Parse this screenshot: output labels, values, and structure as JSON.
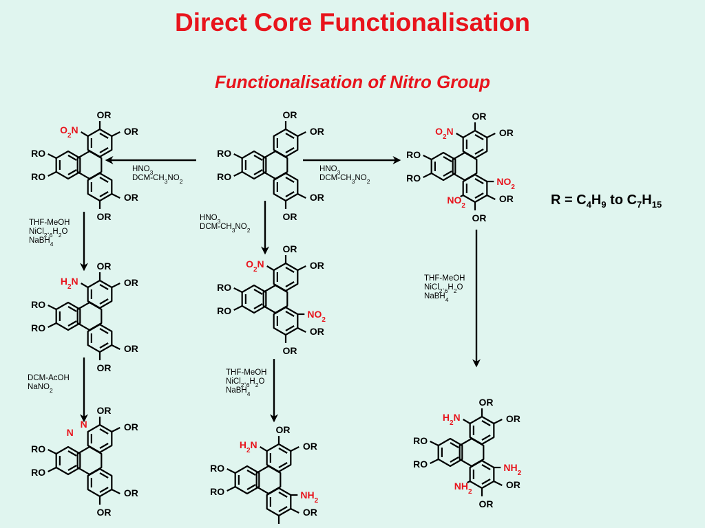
{
  "title": "Direct Core Functionalisation",
  "subtitle": "Functionalisation of Nitro Group",
  "r_definition": {
    "prefix": "R = C",
    "s1": "4",
    "mid1": "H",
    "s2": "9",
    "mid2": " to C",
    "s3": "7",
    "mid3": "H",
    "s4": "15"
  },
  "colors": {
    "title": "#e8141c",
    "background": "#e0f5ef",
    "substituent": "#e8141c"
  },
  "labels": {
    "or": "OR",
    "ro": "RO",
    "o2n": "O2N",
    "no2": "NO2",
    "h2n": "H2N",
    "nh2": "NH2",
    "n": "N"
  },
  "conditions": {
    "nitration": [
      "HNO3",
      "DCM-CH3NO2"
    ],
    "reduction": [
      "THF-MeOH",
      "NiCl2.6H2O",
      "NaBH4"
    ],
    "diazotisation": [
      "DCM-AcOH",
      "NaNO2"
    ]
  },
  "molecules": [
    {
      "id": "start",
      "groups": [
        "OR",
        "OR",
        "OR",
        "OR",
        "RO",
        "RO"
      ]
    },
    {
      "id": "mono-nitro",
      "red": [
        "O2N"
      ]
    },
    {
      "id": "di-nitro",
      "red": [
        "O2N",
        "NO2"
      ]
    },
    {
      "id": "tri-nitro",
      "red": [
        "O2N",
        "NO2",
        "NO2"
      ]
    },
    {
      "id": "mono-amine",
      "red": [
        "H2N"
      ]
    },
    {
      "id": "di-amine",
      "red": [
        "H2N",
        "NH2"
      ]
    },
    {
      "id": "tri-amine",
      "red": [
        "H2N",
        "NH2",
        "NH2"
      ]
    },
    {
      "id": "triazole",
      "red": [
        "N",
        "N"
      ]
    }
  ]
}
